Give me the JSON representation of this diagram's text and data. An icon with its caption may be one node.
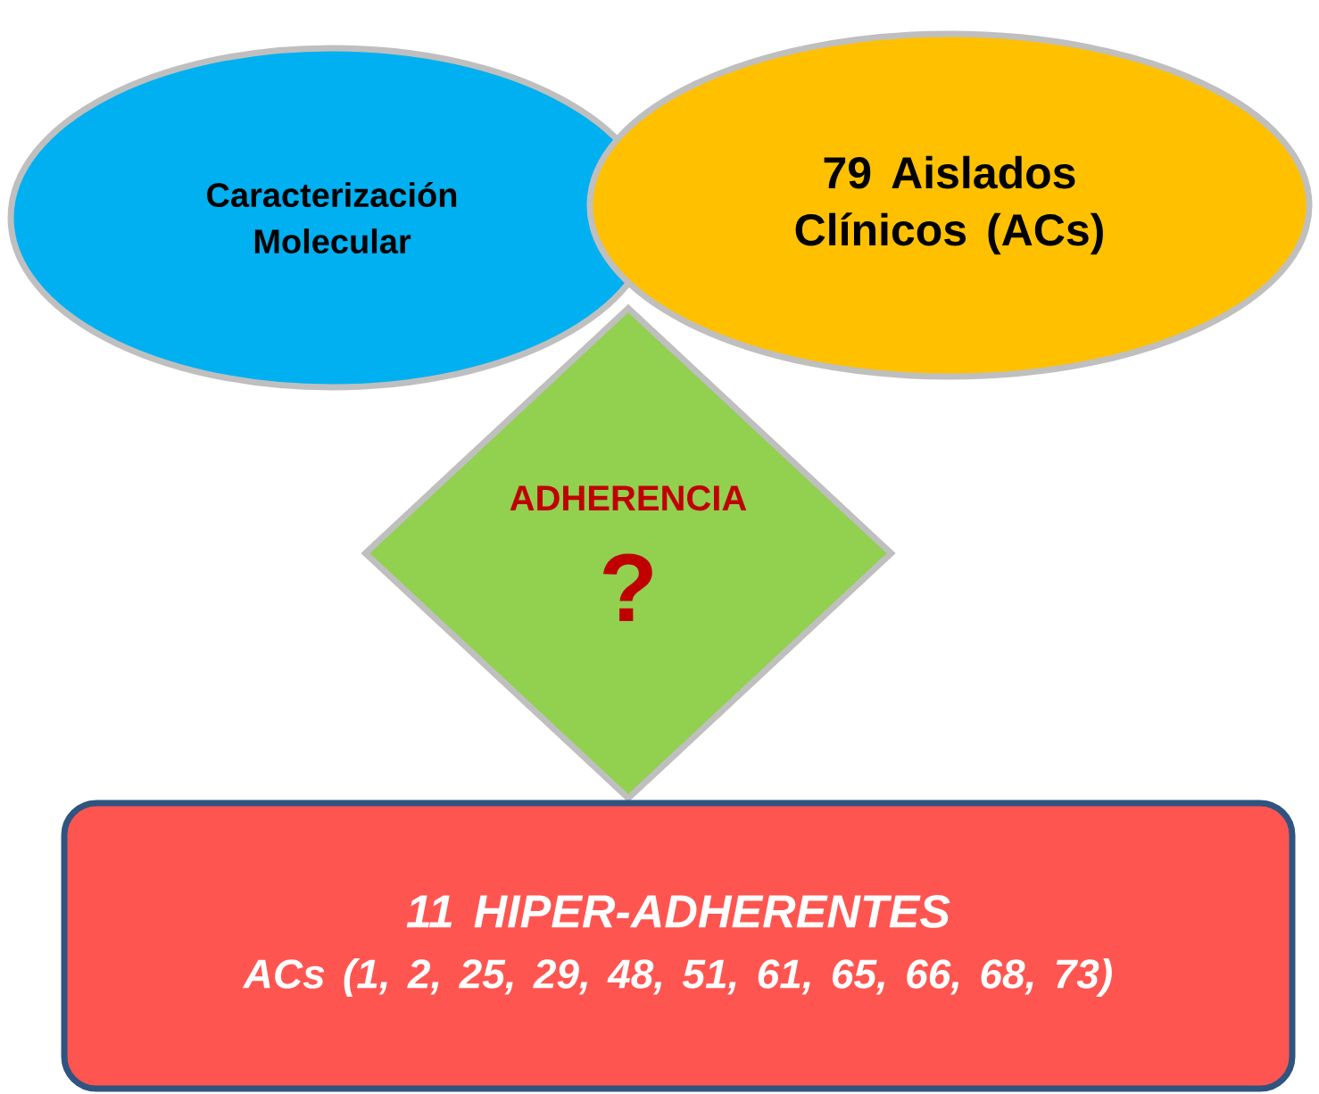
{
  "diagram": {
    "nodes": [
      {
        "text": [
          "Caracterización Molecular"
        ]
      },
      {
        "text": [
          "79 Aislados Clínicos (ACs)"
        ]
      },
      {
        "text": [
          "ADHERENCIA",
          "?"
        ]
      },
      {
        "text": [
          "11 HIPER-ADHERENTES",
          "ACs (1, 2, 25, 29, 48, 51, 61, 65, 66, 68, 73)"
        ]
      }
    ]
  }
}
